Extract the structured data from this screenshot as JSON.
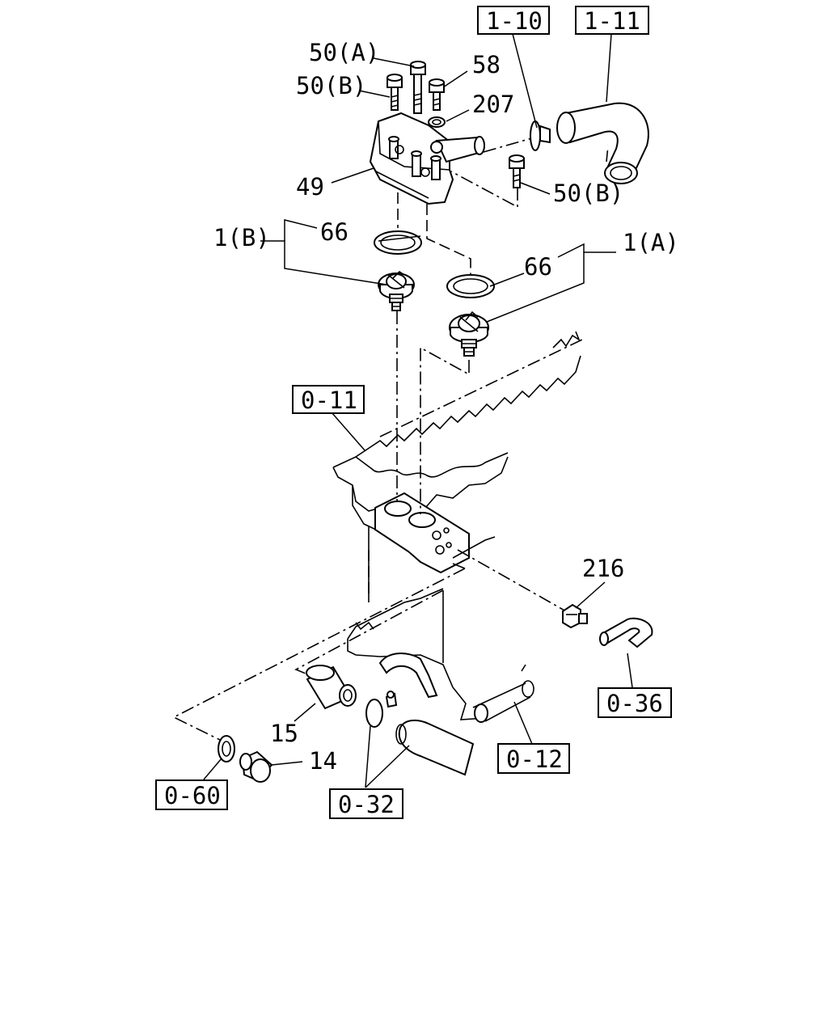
{
  "labels": {
    "bolt_50A": "50(A)",
    "bolt_50B_top": "50(B)",
    "bolt_58": "58",
    "washer_207": "207",
    "housing_49": "49",
    "bolt_50B_right": "50(B)",
    "thermostat_1B": "1(B)",
    "gasket_66_left": "66",
    "thermostat_1A": "1(A)",
    "gasket_66_right": "66",
    "fitting_216": "216",
    "sensor_15": "15",
    "plug_14": "14"
  },
  "references": {
    "ref_1_10": "1-10",
    "ref_1_11": "1-11",
    "ref_0_11": "0-11",
    "ref_0_36": "0-36",
    "ref_0_12": "0-12",
    "ref_0_60": "0-60",
    "ref_0_32": "0-32"
  }
}
